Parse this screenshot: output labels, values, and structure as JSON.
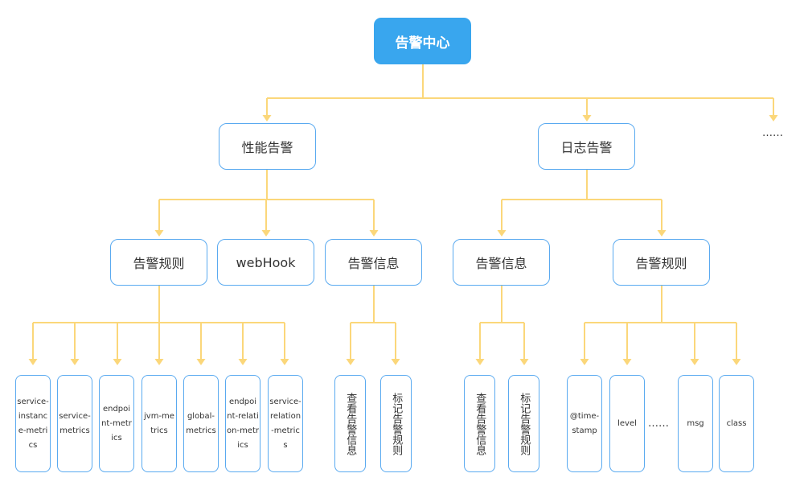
{
  "diagram": {
    "root": "告警中心",
    "level1": [
      {
        "id": "perf",
        "label": "性能告警"
      },
      {
        "id": "log",
        "label": "日志告警"
      },
      {
        "id": "more",
        "label": "……"
      }
    ],
    "level2": [
      {
        "id": "perf-rules",
        "label": "告警规则"
      },
      {
        "id": "webhook",
        "label": "webHook"
      },
      {
        "id": "perf-info",
        "label": "告警信息"
      },
      {
        "id": "log-info",
        "label": "告警信息"
      },
      {
        "id": "log-rules",
        "label": "告警规则"
      }
    ],
    "leaves": {
      "perf_rules": [
        "service-instance-metrics",
        "service-metrics",
        "endpoint-metrics",
        "jvm-metrics",
        "global-metrics",
        "endpoint-relation-metrics",
        "service-relation-metrics"
      ],
      "perf_info": [
        "查看告警信息",
        "标记告警规则"
      ],
      "log_info": [
        "查看告警信息",
        "标记告警规则"
      ],
      "log_rules": [
        "@time-stamp",
        "level",
        "……",
        "msg",
        "class"
      ]
    }
  },
  "colors": {
    "root_fill": "#39a6ee",
    "node_border": "#5aaaf0",
    "connector": "#fbd77a",
    "text": "#333333"
  }
}
